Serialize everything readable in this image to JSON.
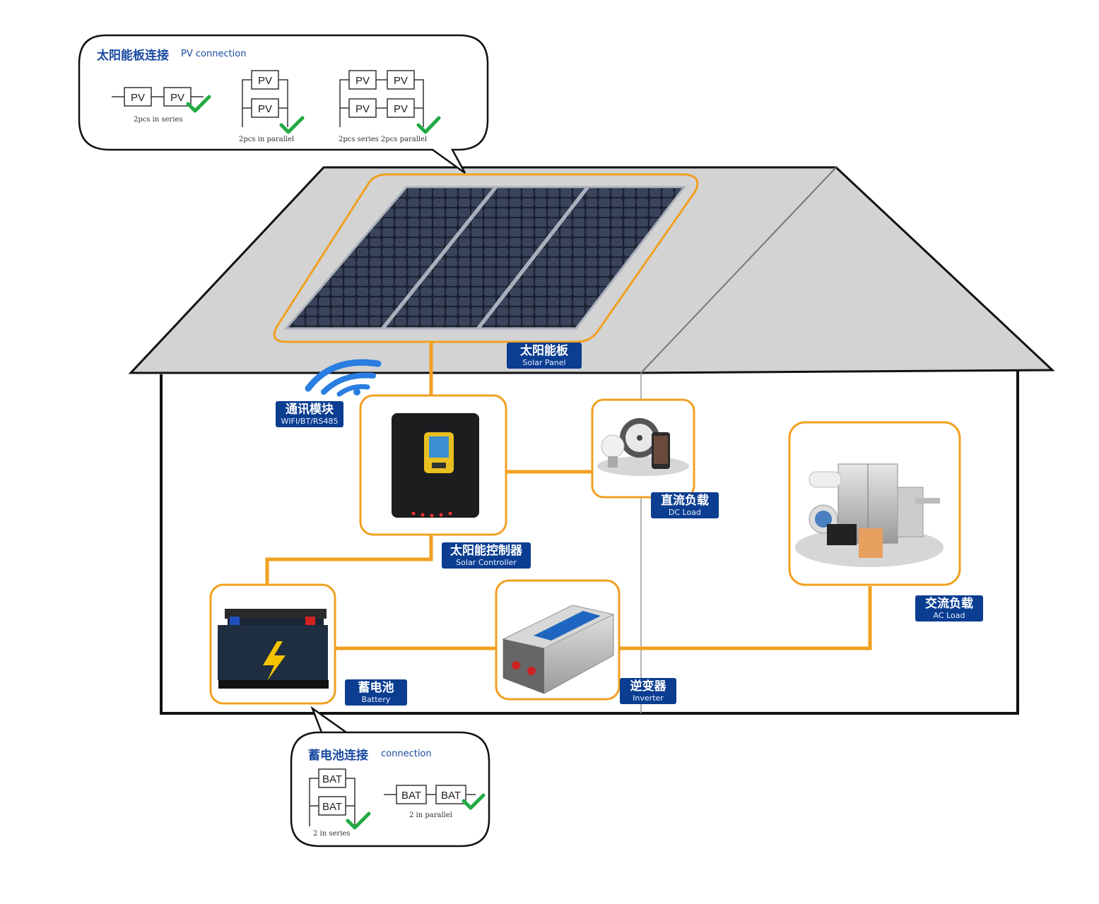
{
  "pv_callout": {
    "title_zh": "太阳能板连接",
    "title_en": "PV connection",
    "module_label": "PV",
    "captions": [
      "2pcs in series",
      "2pcs in parallel",
      "2pcs series 2pcs parallel"
    ]
  },
  "battery_callout": {
    "title_zh": "蓄电池连接",
    "title_en": "connection",
    "module_label": "BAT",
    "captions": [
      "2 in series",
      "2 in parallel"
    ]
  },
  "components": {
    "solar_panel": {
      "zh": "太阳能板",
      "en": "Solar Panel"
    },
    "comm_module": {
      "zh": "通讯模块",
      "en": "WIFI/BT/RS485"
    },
    "controller": {
      "zh": "太阳能控制器",
      "en": "Solar Controller"
    },
    "dc_load": {
      "zh": "直流负载",
      "en": "DC Load"
    },
    "ac_load": {
      "zh": "交流负载",
      "en": "AC Load"
    },
    "battery": {
      "zh": "蓄电池",
      "en": "Battery"
    },
    "inverter": {
      "zh": "逆变器",
      "en": "Inverter"
    }
  },
  "colors": {
    "wire": "#f0a020",
    "label_bg": "#0b3d91",
    "roof": "#d3d3d3",
    "check": "#22aa44",
    "wifi": "#2a7de1"
  }
}
